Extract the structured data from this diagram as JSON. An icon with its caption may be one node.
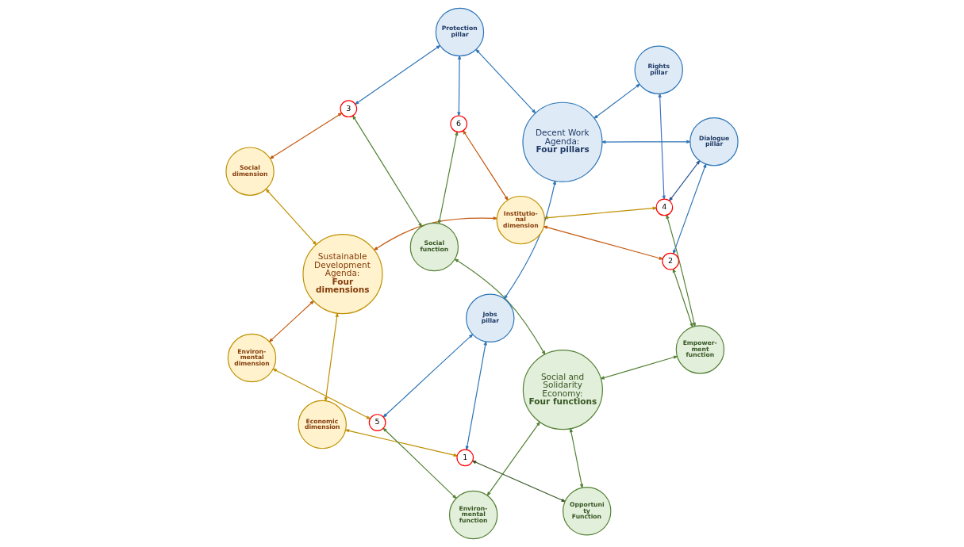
{
  "diagram": {
    "nodes": [
      {
        "text": [
          "Sustainable Development Agenda:",
          "Four dimensions"
        ]
      },
      {
        "text": [
          "Economic dimension"
        ]
      },
      {
        "text": [
          "Environ- mental dimension"
        ]
      },
      {
        "text": [
          "Institutio- nal dimension"
        ]
      },
      {
        "text": [
          "Social dimension"
        ]
      },
      {
        "text": [
          "Social and Solidarity Economy:",
          "Four functions"
        ]
      },
      {
        "text": [
          "Opportuni ty Function"
        ]
      },
      {
        "text": [
          "Environ- mental function"
        ]
      },
      {
        "text": [
          "Social function"
        ]
      },
      {
        "text": [
          "Empower- ment function"
        ]
      },
      {
        "text": [
          "Decent Work Agenda:",
          "Four pillars"
        ]
      },
      {
        "text": [
          "Jobs pillar"
        ]
      },
      {
        "text": [
          "Rights pillar"
        ]
      },
      {
        "text": [
          "Dialogue pillar"
        ]
      },
      {
        "text": [
          "Protection pillar"
        ]
      },
      {
        "text": [
          "1"
        ]
      },
      {
        "text": [
          "2"
        ]
      },
      {
        "text": [
          "3"
        ]
      },
      {
        "text": [
          "4"
        ]
      },
      {
        "text": [
          "5"
        ]
      },
      {
        "text": [
          "6"
        ]
      }
    ],
    "edges": [
      {
        "from": 1,
        "to": 15,
        "arrow": "both",
        "color": "#bf9000"
      },
      {
        "from": 1,
        "to": 0,
        "arrow": "both",
        "color": "#bf9000"
      },
      {
        "from": 0,
        "to": 4,
        "arrow": "both",
        "color": "#bf9000"
      },
      {
        "from": 2,
        "to": 19,
        "arrow": "both",
        "color": "#bf9000"
      },
      {
        "from": 3,
        "to": 18,
        "arrow": "both",
        "color": "#bf9000"
      },
      {
        "from": 0,
        "to": 2,
        "arrow": "both",
        "color": "#c55a11"
      },
      {
        "from": 0,
        "to": 3,
        "arrow": "both",
        "color": "#c55a11"
      },
      {
        "from": 3,
        "to": 20,
        "arrow": "both",
        "color": "#c55a11"
      },
      {
        "from": 3,
        "to": 16,
        "arrow": "both",
        "color": "#c55a11"
      },
      {
        "from": 4,
        "to": 17,
        "arrow": "both",
        "color": "#c55a11"
      },
      {
        "from": 6,
        "to": 15,
        "arrow": "both",
        "color": "#375623"
      },
      {
        "from": 6,
        "to": 5,
        "arrow": "both",
        "color": "#548235"
      },
      {
        "from": 7,
        "to": 19,
        "arrow": "both",
        "color": "#548235"
      },
      {
        "from": 7,
        "to": 5,
        "arrow": "both",
        "color": "#548235"
      },
      {
        "from": 5,
        "to": 8,
        "arrow": "both",
        "color": "#548235"
      },
      {
        "from": 5,
        "to": 9,
        "arrow": "both",
        "color": "#548235"
      },
      {
        "from": 8,
        "to": 20,
        "arrow": "both",
        "color": "#548235"
      },
      {
        "from": 8,
        "to": 17,
        "arrow": "both",
        "color": "#548235"
      },
      {
        "from": 9,
        "to": 16,
        "arrow": "both",
        "color": "#548235"
      },
      {
        "from": 9,
        "to": 18,
        "arrow": "both",
        "color": "#548235"
      },
      {
        "from": 15,
        "to": 11,
        "arrow": "both",
        "color": "#2e75b6"
      },
      {
        "from": 19,
        "to": 11,
        "arrow": "both",
        "color": "#2e75b6"
      },
      {
        "from": 11,
        "to": 10,
        "arrow": "both",
        "color": "#2e75b6"
      },
      {
        "from": 12,
        "to": 10,
        "arrow": "both",
        "color": "#2e75b6"
      },
      {
        "from": 13,
        "to": 10,
        "arrow": "both",
        "color": "#2e75b6"
      },
      {
        "from": 14,
        "to": 10,
        "arrow": "both",
        "color": "#2e75b6"
      },
      {
        "from": 12,
        "to": 18,
        "arrow": "both",
        "color": "#4472c4"
      },
      {
        "from": 13,
        "to": 18,
        "arrow": "both",
        "color": "#2f5597"
      },
      {
        "from": 20,
        "to": 14,
        "arrow": "both",
        "color": "#2e75b6"
      },
      {
        "from": 13,
        "to": 16,
        "arrow": "both",
        "color": "#2e75b6"
      },
      {
        "from": 14,
        "to": 17,
        "arrow": "both",
        "color": "#2e75b6"
      }
    ]
  }
}
